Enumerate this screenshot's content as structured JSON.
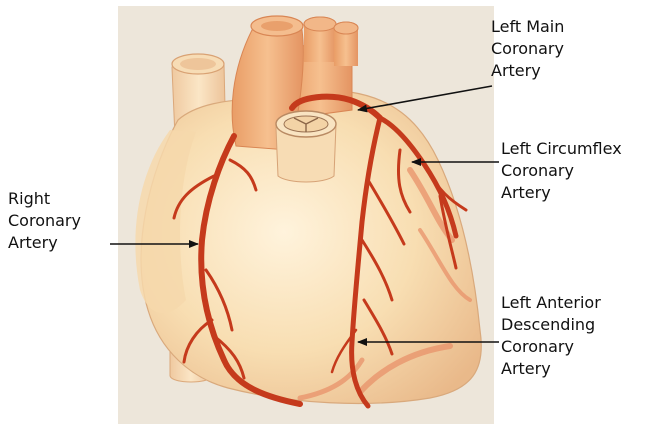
{
  "labels": {
    "right_coronary": [
      "Right",
      "Coronary",
      "Artery"
    ],
    "left_main": [
      "Left Main",
      "Coronary",
      "Artery"
    ],
    "left_circumflex": [
      "Left Circumflex",
      "Coronary",
      "Artery"
    ],
    "left_anterior_descending": [
      "Left Anterior",
      "Descending",
      "Coronary",
      "Artery"
    ]
  },
  "colors": {
    "background": "#ffffff",
    "paper": "#ede6da",
    "heart_fill": "#f8deb2",
    "heart_shade": "#e9b98a",
    "aorta": "#f3b17c",
    "artery": "#c53a1c",
    "vein": "#e9926a",
    "label_text": "#111111",
    "pointer": "#111111"
  }
}
